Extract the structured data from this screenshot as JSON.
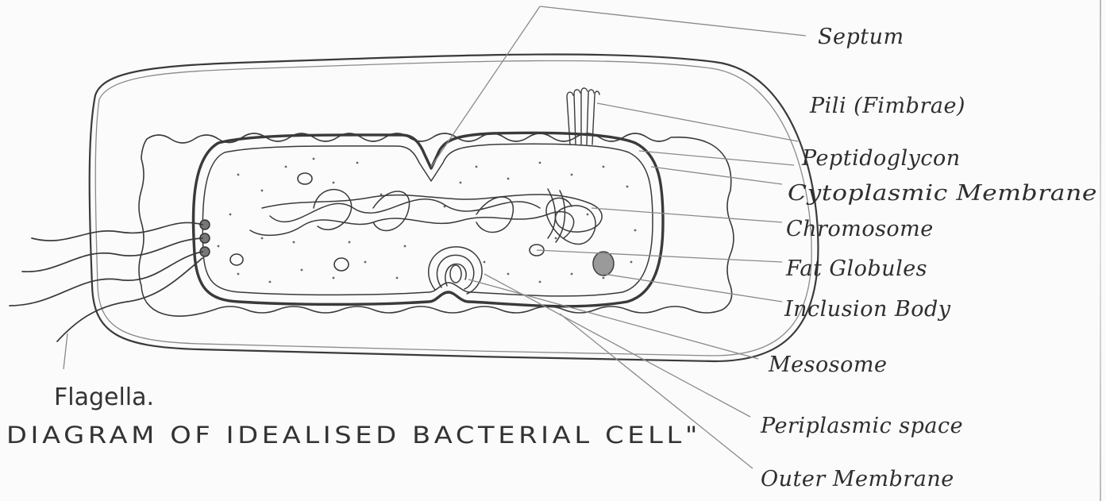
{
  "diagram": {
    "title": "DIAGRAM OF IDEALISED BACTERIAL CELL\"",
    "flagella_label": "Flagella.",
    "labels": {
      "septum": "Septum",
      "pili": "Pili (Fimbrae)",
      "peptidoglycan": "Peptidoglycon",
      "cytoplasmic_membrane": "Cytoplasmic Membrane",
      "chromosome": "Chromosome",
      "fat_globules": "Fat Globules",
      "inclusion_body": "Inclusion Body",
      "mesosome": "Mesosome",
      "periplasmic_space": "Periplasmic space",
      "outer_membrane": "Outer Membrane"
    }
  }
}
